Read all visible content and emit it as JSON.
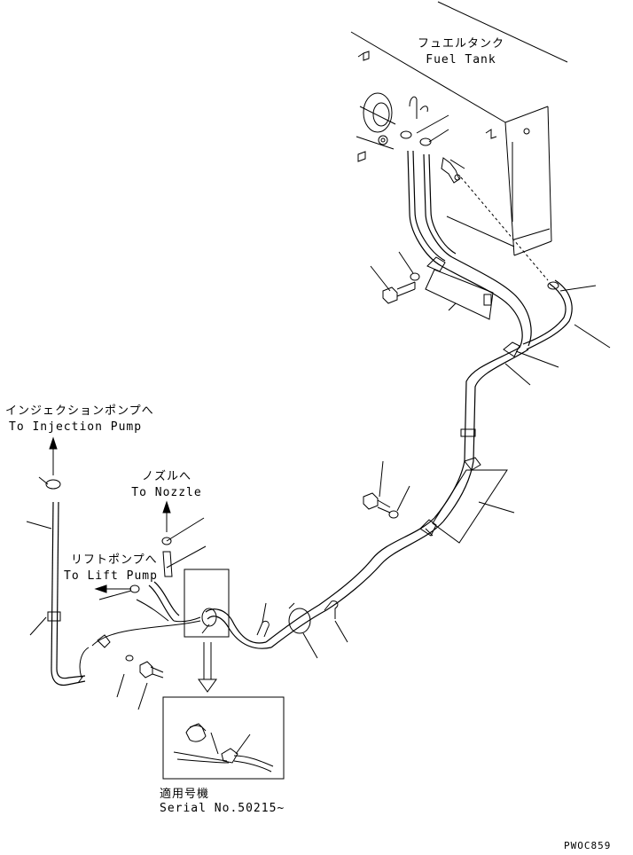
{
  "labels": {
    "fuel_tank_jp": "フュエルタンク",
    "fuel_tank_en": "Fuel Tank",
    "injection_pump_jp": "インジェクションポンプへ",
    "injection_pump_en": "To Injection Pump",
    "nozzle_jp": "ノズルへ",
    "nozzle_en": "To Nozzle",
    "lift_pump_jp": "リフトポンプへ",
    "lift_pump_en": "To Lift Pump",
    "serial_jp": "適用号機",
    "serial_en": "Serial No.50215~",
    "drawing_code": "PWOC859"
  },
  "colors": {
    "line": "#000000",
    "background": "#ffffff"
  }
}
